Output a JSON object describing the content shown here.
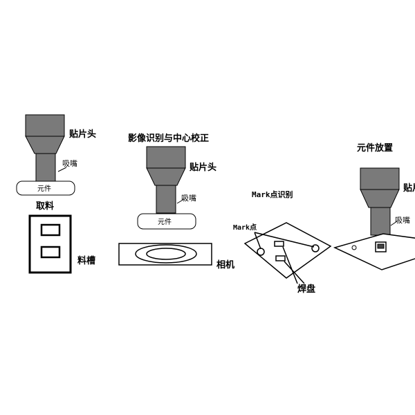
{
  "step1": {
    "head_label": "贴片头",
    "nozzle_label": "吸嘴",
    "component_label": "元件",
    "step_label": "取料",
    "feeder_label": "料槽"
  },
  "step2": {
    "title": "影像识别与中心校正",
    "head_label": "贴片头",
    "nozzle_label": "吸嘴",
    "component_label": "元件",
    "camera_label": "相机"
  },
  "step3": {
    "title": "Mark点识别",
    "mark_label": "Mark点",
    "pad_label": "焊盘"
  },
  "step4": {
    "title": "元件放置",
    "head_label": "贴片",
    "nozzle_label": "吸嘴"
  },
  "colors": {
    "head_fill": "#7a7a7a",
    "outline": "#000000"
  }
}
